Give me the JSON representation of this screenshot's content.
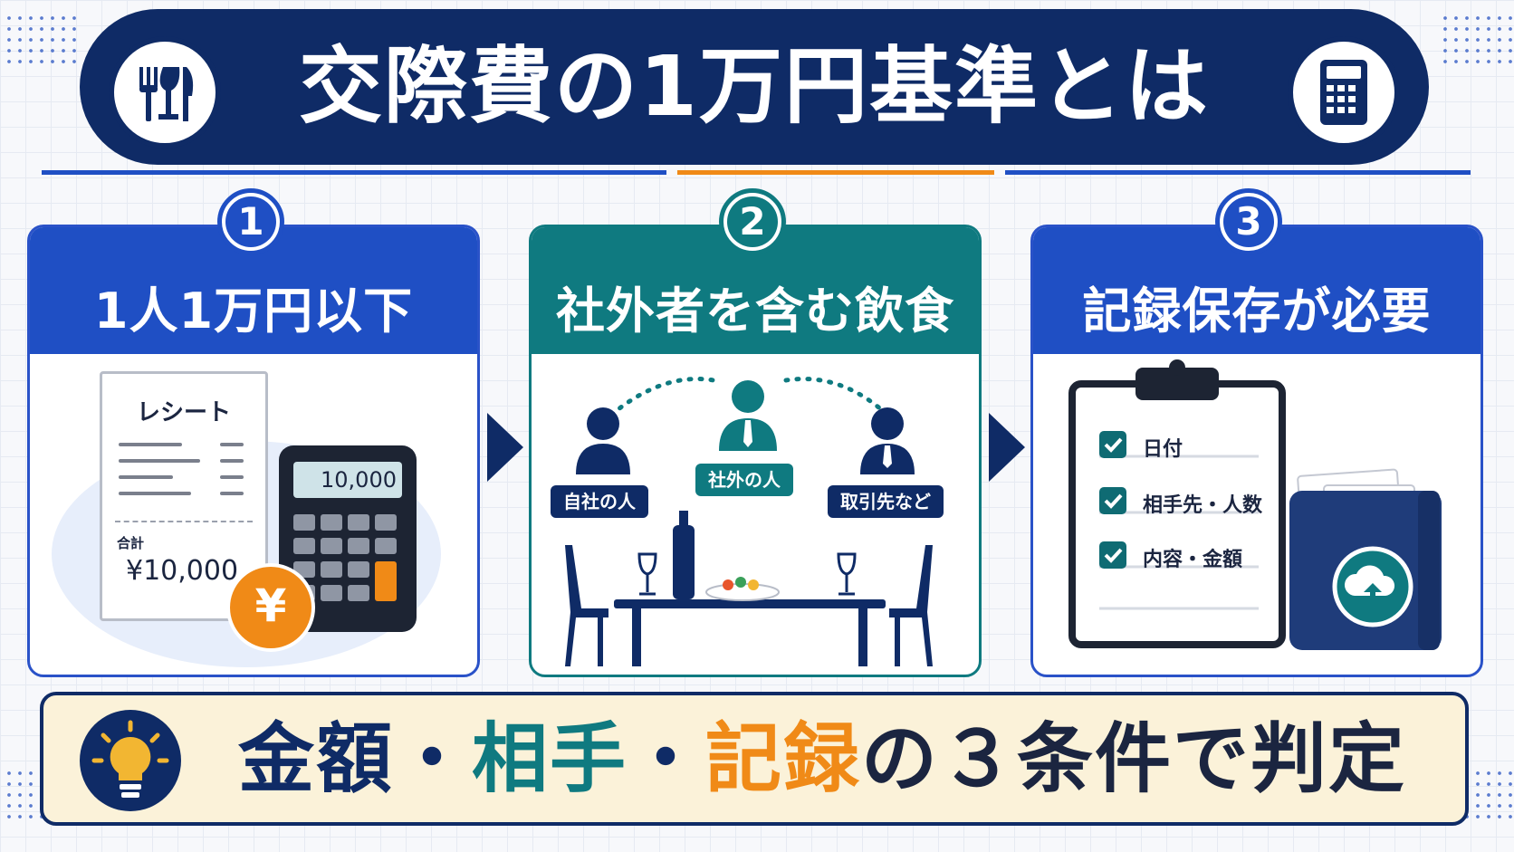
{
  "title": "交際費の1万円基準とは",
  "steps": [
    {
      "num": "1",
      "title": "1人1万円以下"
    },
    {
      "num": "2",
      "title": "社外者を含む飲食"
    },
    {
      "num": "3",
      "title": "記録保存が必要"
    }
  ],
  "receipt": {
    "heading": "レシート",
    "total_label": "合計",
    "total": "¥10,000"
  },
  "calculator_display": "10,000",
  "yen_coin": "¥",
  "people": {
    "own": "自社の人",
    "outside": "社外の人",
    "partner": "取引先など"
  },
  "checklist": [
    "日付",
    "相手先・人数",
    "内容・金額"
  ],
  "banner": {
    "part1": "金額",
    "sep1": "・",
    "part2": "相手",
    "sep2": "・",
    "part3": "記録",
    "rest": "の３条件で判定"
  },
  "colors": {
    "navy": "#0f2b66",
    "blue": "#1f4fc4",
    "teal": "#0f7a80",
    "orange": "#f08a17"
  },
  "icons": [
    "utensils-icon",
    "calculator-icon",
    "receipt-icon",
    "yen-coin-icon",
    "person-icon",
    "clipboard-icon",
    "folder-icon",
    "cloud-upload-icon",
    "lightbulb-icon"
  ]
}
